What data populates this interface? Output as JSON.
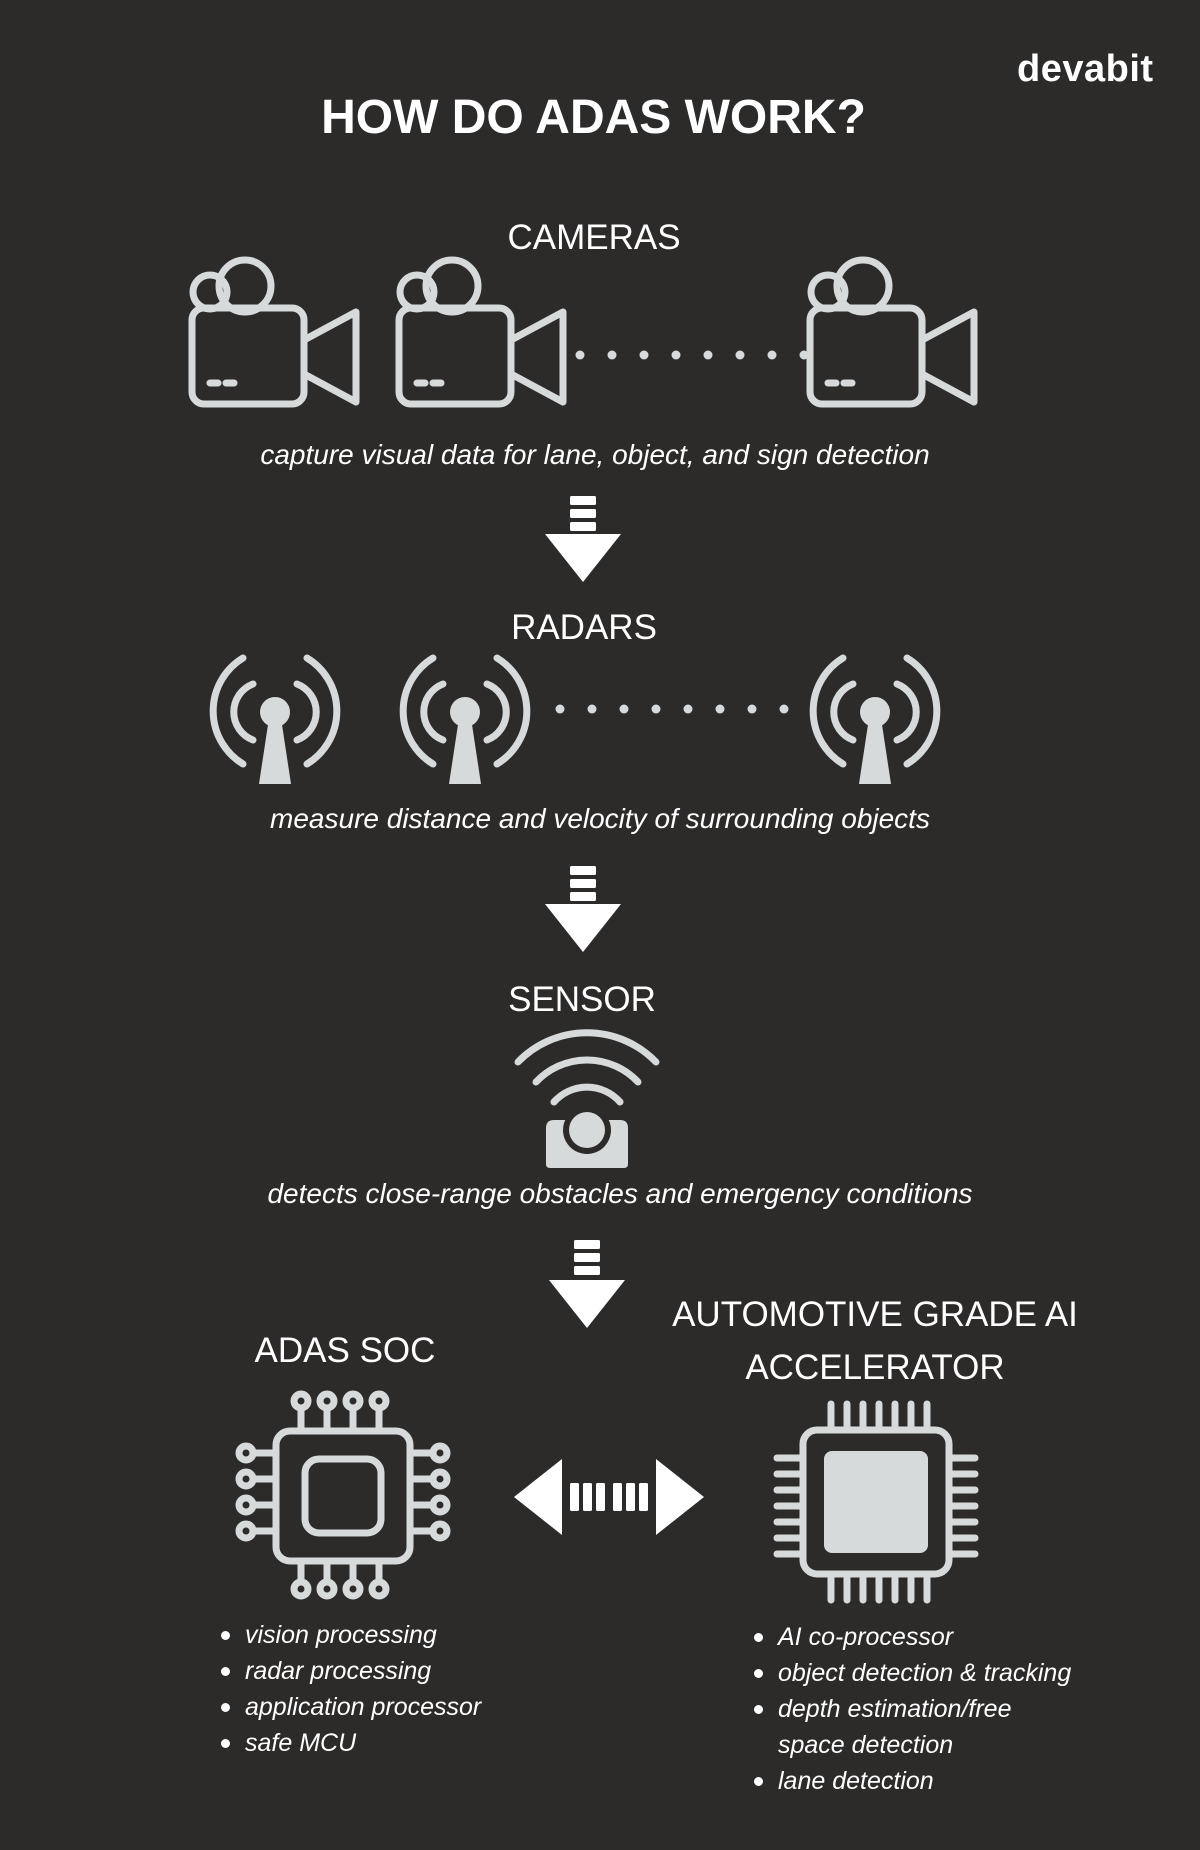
{
  "brand": "devabit",
  "title": "HOW DO ADAS WORK?",
  "sections": {
    "cameras": {
      "label": "CAMERAS",
      "icon": "video-camera-icon",
      "caption": "capture visual data for lane, object, and sign detection"
    },
    "radars": {
      "label": "RADARS",
      "icon": "radar-antenna-icon",
      "caption": "measure distance and velocity of surrounding objects"
    },
    "sensor": {
      "label": "SENSOR",
      "icon": "proximity-sensor-icon",
      "caption": "detects close-range obstacles and emergency conditions"
    },
    "soc": {
      "label": "ADAS SOC",
      "icon": "circuit-chip-icon",
      "bullets": [
        "vision processing",
        "radar processing",
        "application processor",
        "safe MCU"
      ]
    },
    "accelerator": {
      "label_line1": "AUTOMOTIVE GRADE AI",
      "label_line2": "ACCELERATOR",
      "icon": "processor-chip-icon",
      "bullets": [
        "AI co-processor",
        "object detection & tracking",
        "depth estimation/free space detection",
        "lane detection"
      ]
    }
  },
  "connectors": {
    "down": "down-arrow-icon",
    "bidirectional": "double-arrow-icon"
  },
  "colors": {
    "background": "#2d2b2a",
    "icon": "#d6dadb",
    "text": "#ffffff"
  }
}
